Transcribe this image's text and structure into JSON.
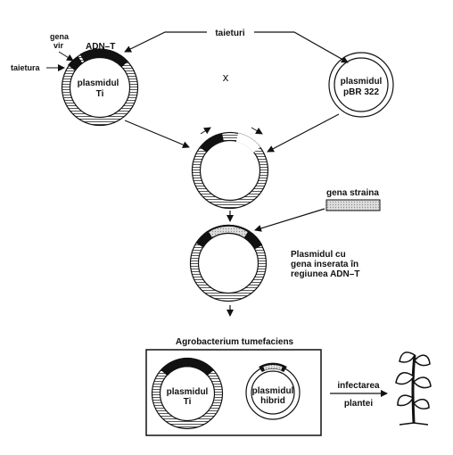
{
  "labels": {
    "taieturi": "taieturi",
    "gena_vir_1": "gena",
    "gena_vir_2": "vir",
    "adn_t": "ADN–T",
    "taietura": "taietura",
    "ti_1": "plasmidul",
    "ti_2": "Ti",
    "cross": "x",
    "pbr_1": "plasmidul",
    "pbr_2": "pBR 322",
    "gena_straina": "gena straina",
    "inserted_1": "Plasmidul cu",
    "inserted_2": "gena inserata în",
    "inserted_3": "regiunea ADN–T",
    "agro": "Agrobacterium tumefaciens",
    "box_ti_1": "plasmidul",
    "box_ti_2": "Ti",
    "hibrid_1": "plasmidul",
    "hibrid_2": "hibrid",
    "infect_1": "infectarea",
    "infect_2": "plantei"
  },
  "colors": {
    "ink": "#111111",
    "hatch": "#555555",
    "foreign_gene": "#cfcfcf"
  },
  "icons": {
    "plant": "plant-icon",
    "arrow": "arrow-icon"
  }
}
